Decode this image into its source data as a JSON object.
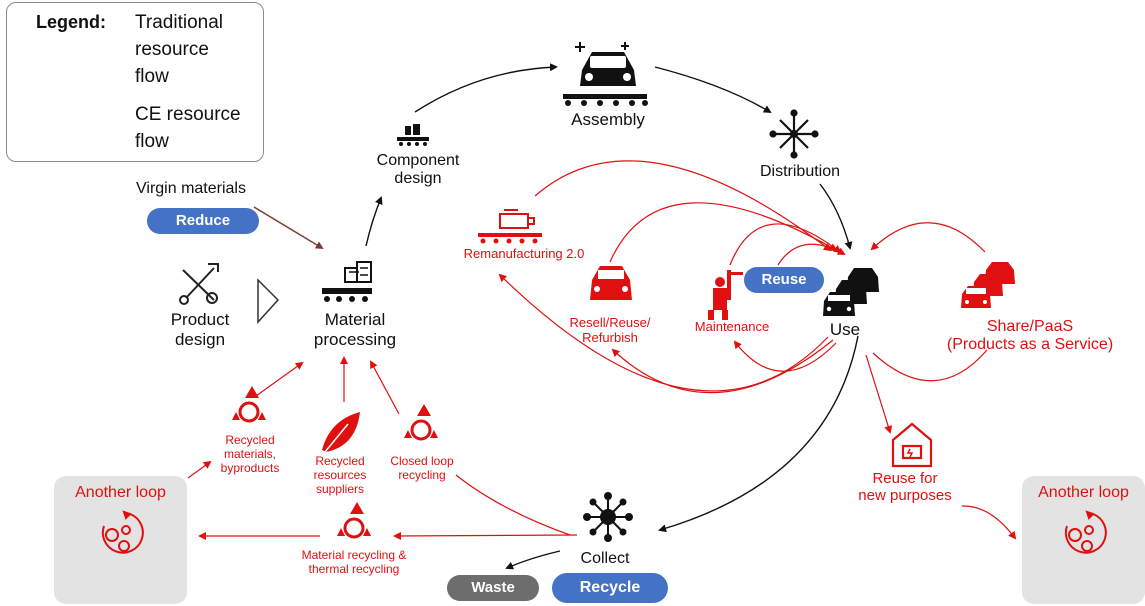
{
  "legend": {
    "title": "Legend:",
    "traditional": "Traditional resource flow",
    "traditional_lines": [
      "Traditional",
      "resource",
      "flow"
    ],
    "ce_lines": [
      "CE resource",
      "flow"
    ],
    "traditional_color": "#111111",
    "ce_color": "#c0504d"
  },
  "colors": {
    "red": "#e01010",
    "blue": "#4472c4",
    "gray": "#6d6d6d",
    "box": "#e3e3e3"
  },
  "nodes": {
    "virgin_materials": "Virgin materials",
    "reduce": "Reduce",
    "product_design": [
      "Product",
      "design"
    ],
    "material_processing": [
      "Material",
      "processing"
    ],
    "component_design": [
      "Component",
      "design"
    ],
    "assembly": "Assembly",
    "distribution": "Distribution",
    "use": "Use",
    "reuse": "Reuse",
    "remanufacturing": "Remanufacturing 2.0",
    "resell": [
      "Resell/Reuse/",
      "Refurbish"
    ],
    "maintenance": "Maintenance",
    "share": [
      "Share/PaaS",
      "(Products as a Service)"
    ],
    "reuse_new": [
      "Reuse for",
      "new purposes"
    ],
    "collect": "Collect",
    "waste": "Waste",
    "recycle": "Recycle",
    "recycled_materials": [
      "Recycled",
      "materials,",
      "byproducts"
    ],
    "recycled_resources": [
      "Recycled",
      "resources",
      "suppliers"
    ],
    "closed_loop": [
      "Closed loop",
      "recycling"
    ],
    "material_recycling": [
      "Material recycling &",
      "thermal recycling"
    ],
    "another_loop_left": "Another loop",
    "another_loop_right": "Another loop"
  },
  "icons": [
    "wrench-screwdriver-icon",
    "play-outline-icon",
    "material-processing-icon",
    "component-conveyor-icon",
    "car-conveyor-icon",
    "distribution-network-icon",
    "engine-conveyor-icon",
    "red-car-icon",
    "mechanic-icon",
    "cars-stack-icon",
    "red-cars-stack-icon",
    "house-battery-icon",
    "collect-hub-icon",
    "recycle-icon",
    "leaf-icon",
    "gear-loop-icon"
  ]
}
